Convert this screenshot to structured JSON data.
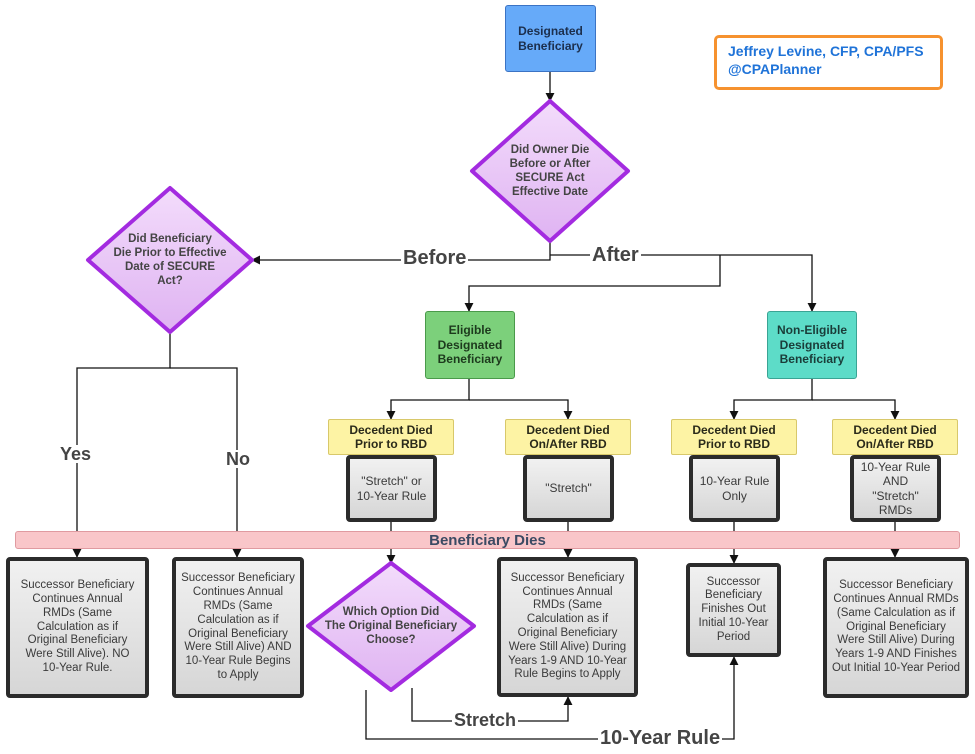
{
  "diagram": {
    "top": {
      "designated": "Designated\nBeneficiary"
    },
    "decisions": {
      "owner_die": "Did Owner Die\nBefore or After\nSECURE Act\nEffective Date",
      "beneficiary_die": "Did Beneficiary\nDie Prior to Effective\nDate of SECURE\nAct?",
      "which_option": "Which Option Did\nThe Original Beneficiary\nChoose?"
    },
    "categories": {
      "eligible": "Eligible\nDesignated\nBeneficiary",
      "non_eligible": "Non-Eligible\nDesignated\nBeneficiary"
    },
    "timing": {
      "edb_prior": "Decedent Died\nPrior to RBD",
      "edb_after": "Decedent Died\nOn/After RBD",
      "nedb_prior": "Decedent Died\nPrior to RBD",
      "nedb_after": "Decedent Died\nOn/After RBD"
    },
    "rules": {
      "edb_prior": "\"Stretch\" or\n10-Year Rule",
      "edb_after": "\"Stretch\"",
      "nedb_prior": "10-Year Rule\nOnly",
      "nedb_after": "10-Year Rule\nAND\n\"Stretch\"\nRMDs"
    },
    "band": "Beneficiary Dies",
    "outcomes": {
      "yes": "Successor Beneficiary\nContinues Annual\nRMDs  (Same\nCalculation as if\nOriginal Beneficiary\nWere Still Alive). NO\n10-Year Rule.",
      "no": "Successor Beneficiary\nContinues Annual\nRMDs  (Same\nCalculation as if\nOriginal Beneficiary\nWere Still Alive) AND\n10-Year Rule Begins\nto Apply",
      "edb_after": "Successor Beneficiary\nContinues Annual\nRMDs (Same\nCalculation as if\nOriginal Beneficiary\nWere Still Alive) During\nYears 1-9 AND 10-Year\nRule Begins to Apply",
      "nedb_prior": "Successor\nBeneficiary\nFinishes Out\nInitial 10-Year\nPeriod",
      "nedb_after": "Successor Beneficiary\nContinues Annual RMDs\n(Same Calculation as if\nOriginal Beneficiary\nWere Still Alive) During\nYears 1-9 AND Finishes\nOut Initial 10-Year Period"
    },
    "edge_labels": {
      "before": "Before",
      "after": "After",
      "yes": "Yes",
      "no": "No",
      "stretch": "Stretch",
      "ten_year": "10-Year Rule"
    },
    "credit": {
      "name": "Jeffrey Levine, CFP, CPA/PFS",
      "handle": "@CPAPlanner"
    }
  },
  "colors": {
    "designated": "#66aaf9",
    "eligible": "#7cd07b",
    "non_eligible": "#5ddcc8",
    "timing": "#fdf3a4",
    "decision_fill": "#eccdf7",
    "decision_stroke": "#a32be0",
    "band": "#f9c6c9",
    "credit_border": "#f6922f",
    "credit_text": "#1f73d8"
  }
}
